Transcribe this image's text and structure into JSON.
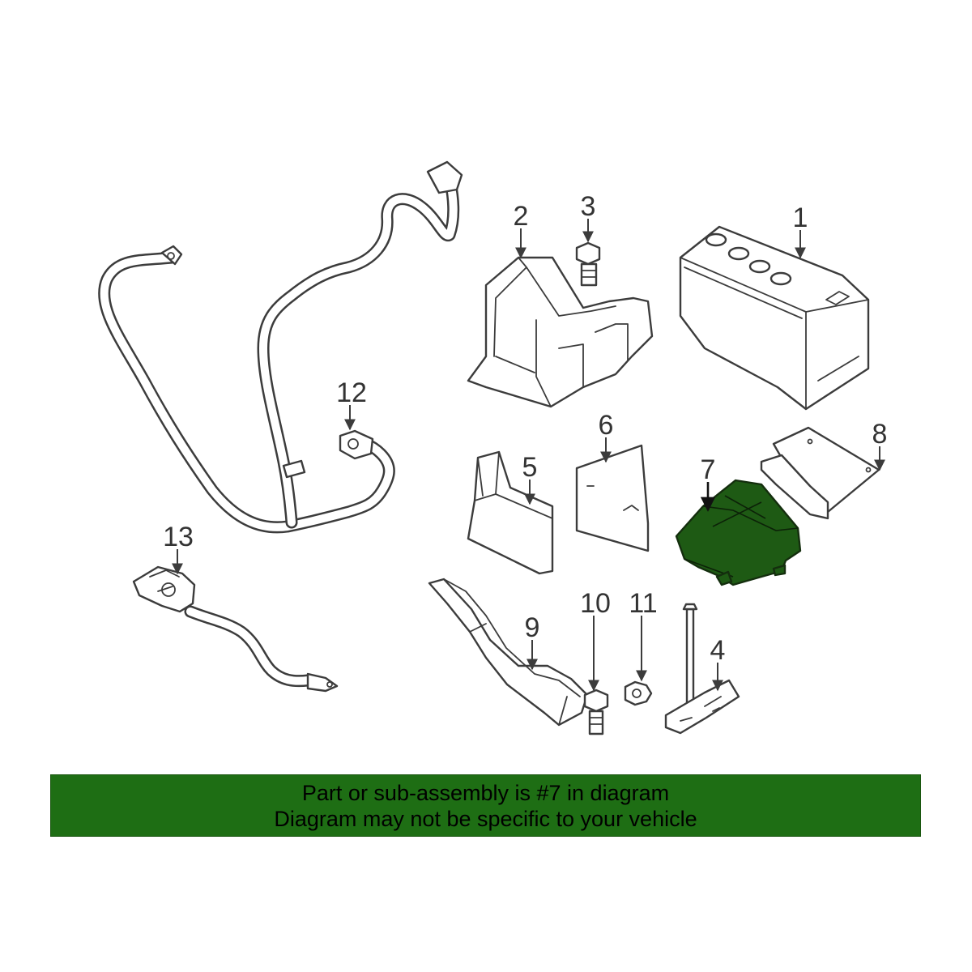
{
  "callouts": {
    "c1": "1",
    "c2": "2",
    "c3": "3",
    "c4": "4",
    "c5": "5",
    "c6": "6",
    "c7": "7",
    "c8": "8",
    "c9": "9",
    "c10": "10",
    "c11": "11",
    "c12": "12",
    "c13": "13"
  },
  "highlighted_part": "7",
  "colors": {
    "highlight_fill": "#1e5a14",
    "banner_background": "#1e6e14",
    "line_art": "#3c3c3c"
  },
  "banner": {
    "line1": "Part or sub-assembly is #7 in diagram",
    "line2": "Diagram may not be specific to your vehicle"
  }
}
